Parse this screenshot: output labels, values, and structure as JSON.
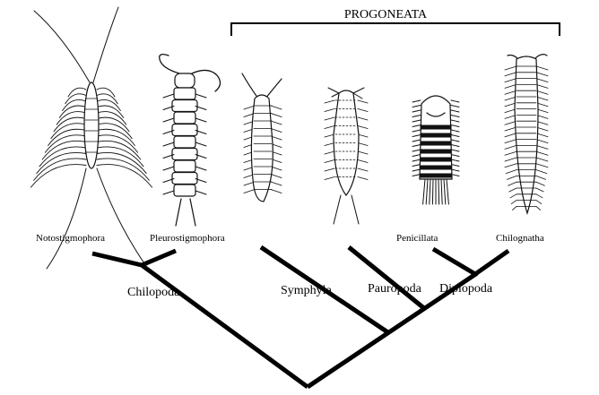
{
  "group": {
    "label": "PROGONEATA"
  },
  "clades": {
    "chilopoda": "Chilopoda",
    "symphyla": "Symphyla",
    "pauropoda": "Pauropoda",
    "diplopoda": "Diplopoda"
  },
  "taxa": {
    "notostigmophora": "Notostigmophora",
    "pleurostigmophora": "Pleurostigmophora",
    "penicillata": "Penicillata",
    "chilognatha": "Chilognatha"
  },
  "colors": {
    "ink": "#000000",
    "background": "#ffffff"
  }
}
